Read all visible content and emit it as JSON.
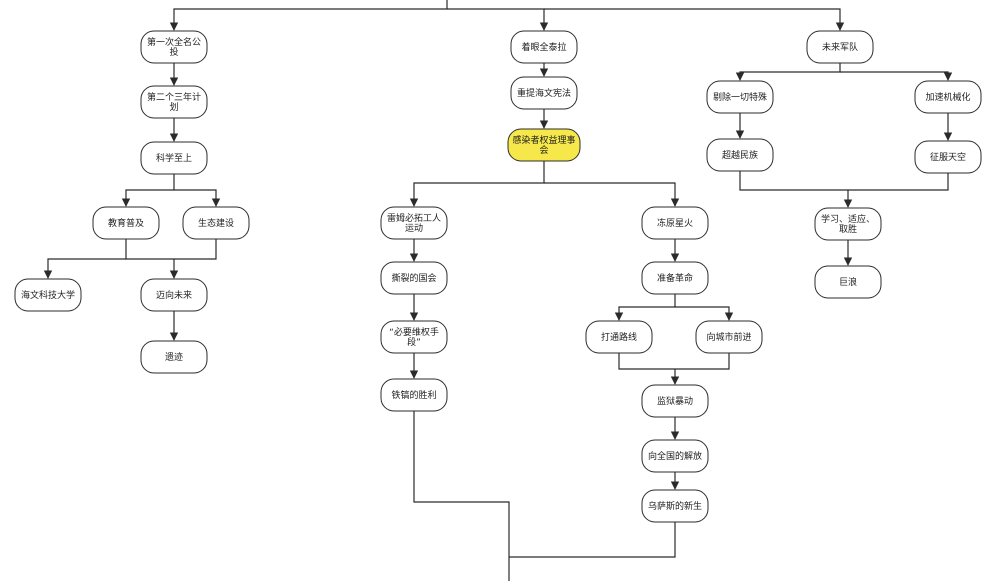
{
  "diagram": {
    "type": "flowchart",
    "highlight_color": "#f6e84a",
    "line_color": "#2b2b2b",
    "nodes": [
      {
        "id": "n1",
        "lines": [
          "第一次全名公",
          "投"
        ]
      },
      {
        "id": "n2",
        "lines": [
          "第二个三年计",
          "划"
        ]
      },
      {
        "id": "n3",
        "lines": [
          "科学至上"
        ]
      },
      {
        "id": "n4",
        "lines": [
          "教育普及"
        ]
      },
      {
        "id": "n5",
        "lines": [
          "生态建设"
        ]
      },
      {
        "id": "n6",
        "lines": [
          "海文科技大学"
        ]
      },
      {
        "id": "n7",
        "lines": [
          "迈向未来"
        ]
      },
      {
        "id": "n8",
        "lines": [
          "遗迹"
        ]
      },
      {
        "id": "n9",
        "lines": [
          "着眼全泰拉"
        ]
      },
      {
        "id": "n10",
        "lines": [
          "重提海文宪法"
        ]
      },
      {
        "id": "n11",
        "lines": [
          "感染者权益理事",
          "会"
        ],
        "highlighted": true
      },
      {
        "id": "n12",
        "lines": [
          "雷姆必拓工人",
          "运动"
        ]
      },
      {
        "id": "n13",
        "lines": [
          "撕裂的国会"
        ]
      },
      {
        "id": "n14",
        "lines": [
          "“必要维权手",
          "段”"
        ]
      },
      {
        "id": "n15",
        "lines": [
          "铁镐的胜利"
        ]
      },
      {
        "id": "n16",
        "lines": [
          "冻原星火"
        ]
      },
      {
        "id": "n17",
        "lines": [
          "准备革命"
        ]
      },
      {
        "id": "n18",
        "lines": [
          "打通路线"
        ]
      },
      {
        "id": "n19",
        "lines": [
          "向城市前进"
        ]
      },
      {
        "id": "n20",
        "lines": [
          "监狱暴动"
        ]
      },
      {
        "id": "n21",
        "lines": [
          "向全国的解放"
        ]
      },
      {
        "id": "n22",
        "lines": [
          "乌萨斯的新生"
        ]
      },
      {
        "id": "n23",
        "lines": [
          "未来军队"
        ]
      },
      {
        "id": "n24",
        "lines": [
          "剔除一切特殊"
        ]
      },
      {
        "id": "n25",
        "lines": [
          "加速机械化"
        ]
      },
      {
        "id": "n26",
        "lines": [
          "超越民族"
        ]
      },
      {
        "id": "n27",
        "lines": [
          "征服天空"
        ]
      },
      {
        "id": "n28",
        "lines": [
          "学习、适应、",
          "取胜"
        ]
      },
      {
        "id": "n29",
        "lines": [
          "巨浪"
        ]
      }
    ]
  }
}
